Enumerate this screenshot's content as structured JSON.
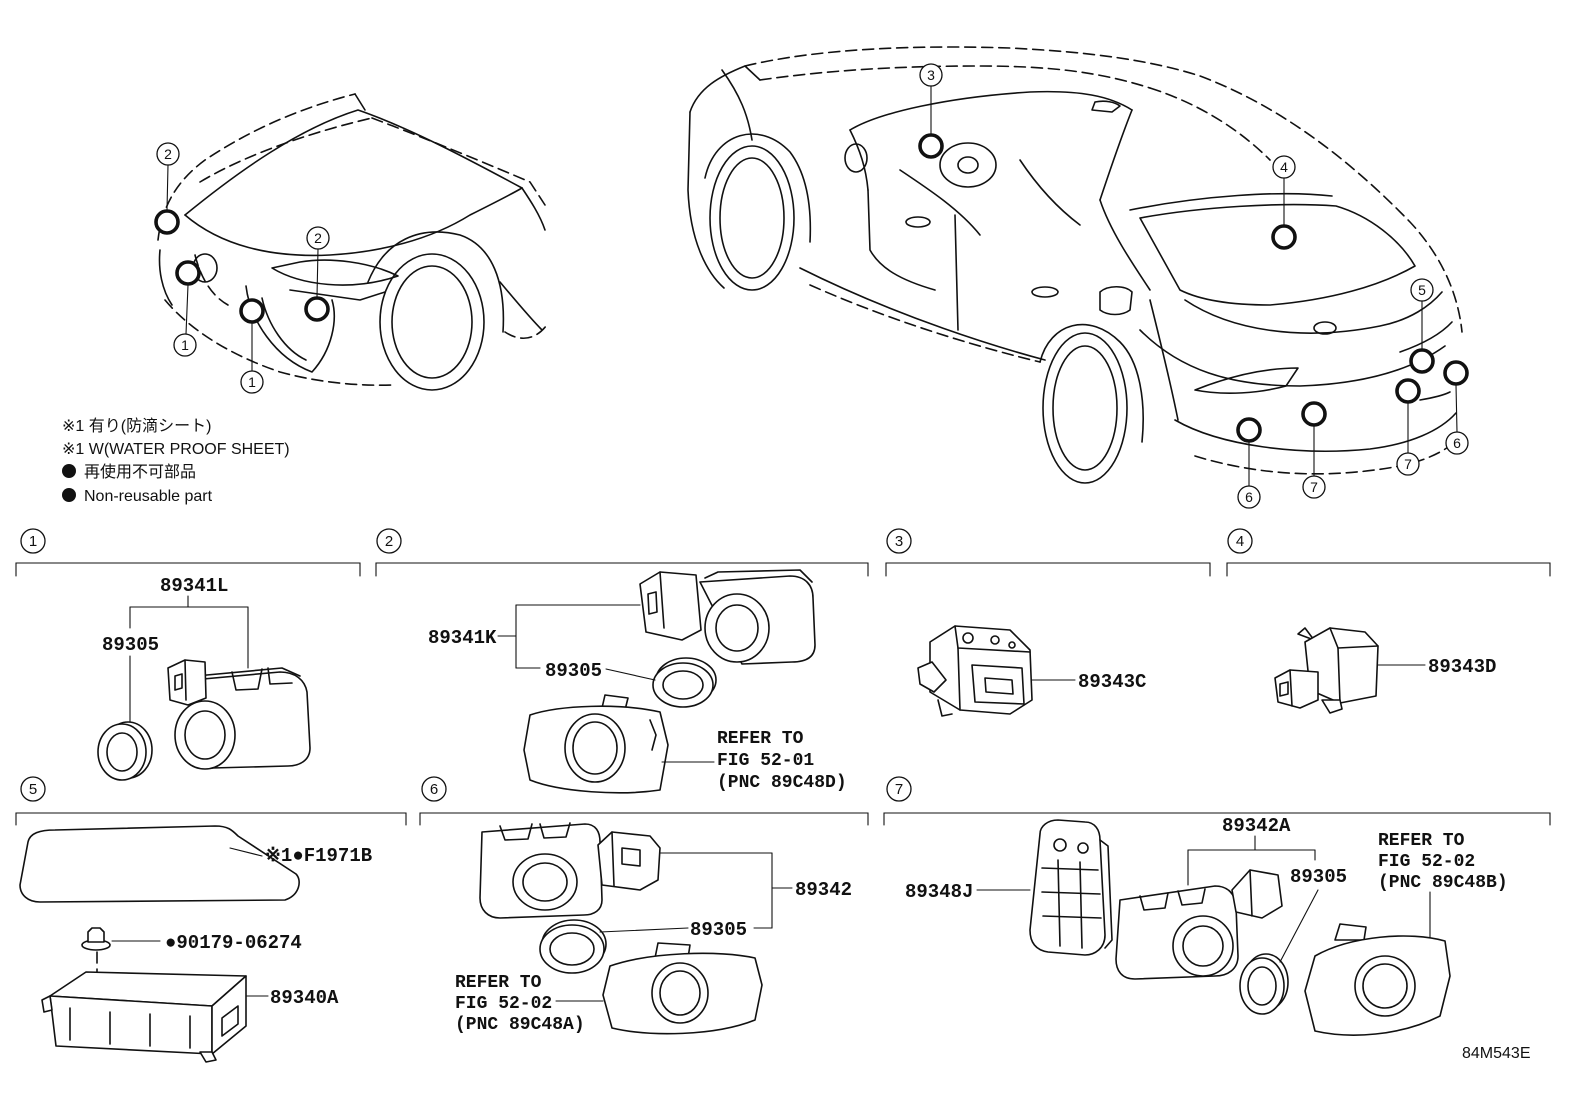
{
  "front_view": {
    "callouts": [
      "2",
      "1",
      "2",
      "1"
    ]
  },
  "rear_view": {
    "callouts": [
      "3",
      "4",
      "5",
      "6",
      "7",
      "6",
      "7"
    ]
  },
  "legend": {
    "note_ja": "※1 有り(防滴シート)",
    "note_en": "※1 W(WATER PROOF SHEET)",
    "non_reusable_ja": "再使用不可部品",
    "non_reusable_en": "Non-reusable part"
  },
  "sections": [
    {
      "number": "1",
      "labels": [
        "89341L",
        "89305"
      ]
    },
    {
      "number": "2",
      "labels": [
        "89341K",
        "89305"
      ],
      "refer": [
        "REFER TO",
        "FIG 52-01",
        "(PNC 89C48D)"
      ]
    },
    {
      "number": "3",
      "labels": [
        "89343C"
      ]
    },
    {
      "number": "4",
      "labels": [
        "89343D"
      ]
    },
    {
      "number": "5",
      "labels": [
        "※1●F1971B",
        "●90179-06274",
        "89340A"
      ]
    },
    {
      "number": "6",
      "labels": [
        "89342",
        "89305"
      ],
      "refer": [
        "REFER TO",
        "FIG 52-02",
        "(PNC 89C48A)"
      ]
    },
    {
      "number": "7",
      "labels": [
        "89342A",
        "89348J",
        "89305"
      ],
      "refer": [
        "REFER TO",
        "FIG 52-02",
        "(PNC 89C48B)"
      ]
    }
  ],
  "figure_id": "84M543E"
}
